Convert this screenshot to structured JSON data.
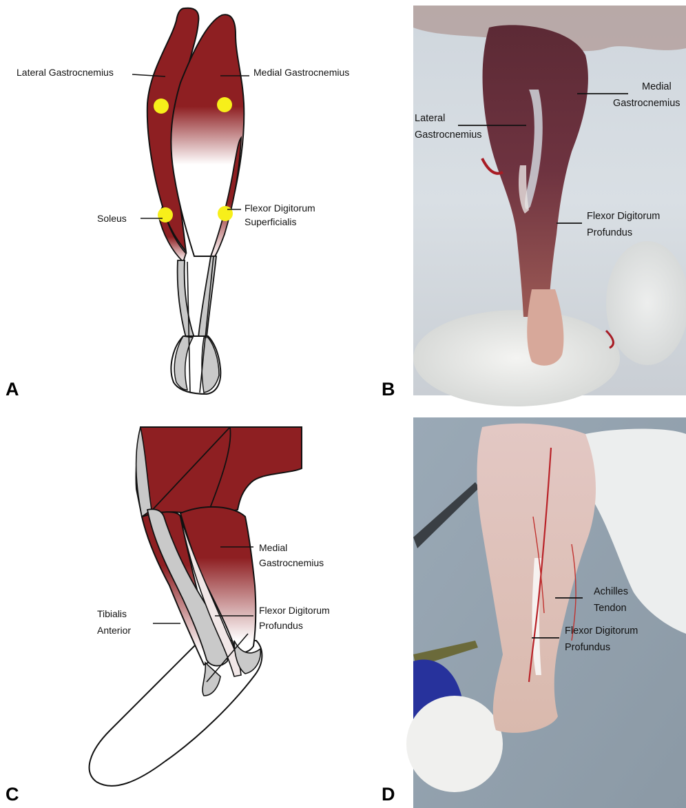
{
  "panels": {
    "a": {
      "letter": "A",
      "labels": {
        "lateral_gastrocnemius": "Lateral Gastrocnemius",
        "medial_gastrocnemius": "Medial Gastrocnemius",
        "soleus": "Soleus",
        "flexor_line1": "Flexor Digitorum",
        "flexor_line2": "Superficialis"
      }
    },
    "b": {
      "letter": "B",
      "labels": {
        "medial_line1": "Medial",
        "medial_line2": "Gastrocnemius",
        "lateral_line1": "Lateral",
        "lateral_line2": "Gastrocnemius",
        "flexor_line1": "Flexor Digitorum",
        "flexor_line2": "Profundus"
      }
    },
    "c": {
      "letter": "C",
      "labels": {
        "medial_line1": "Medial",
        "medial_line2": "Gastrocnemius",
        "tibialis_line1": "Tibialis",
        "tibialis_line2": "Anterior",
        "flexor_line1": "Flexor Digitorum",
        "flexor_line2": "Profundus"
      }
    },
    "d": {
      "letter": "D",
      "labels": {
        "achilles_line1": "Achilles",
        "achilles_line2": "Tendon",
        "flexor_line1": "Flexor Digitorum",
        "flexor_line2": "Profundus"
      }
    }
  },
  "colors": {
    "muscle": "#8e1f22",
    "tendon": "#c9c9c9",
    "marker": "#f7ef1a",
    "outline": "#111111"
  }
}
